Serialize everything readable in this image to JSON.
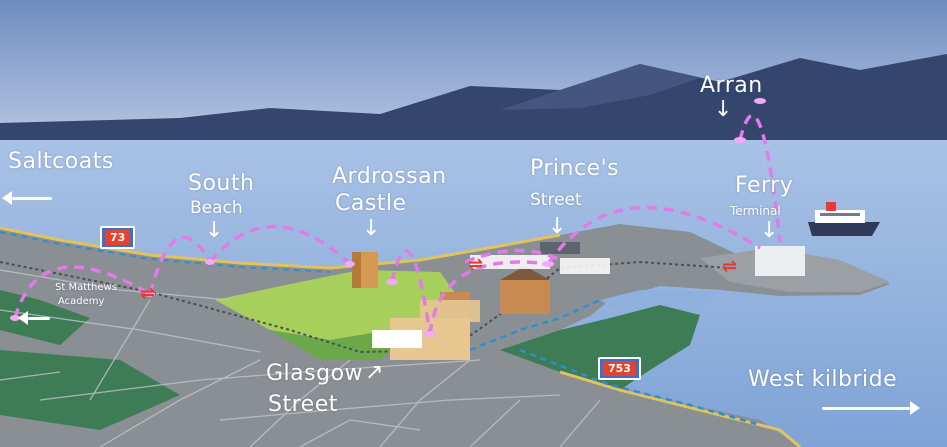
{
  "map": {
    "places": {
      "saltcoats": "Saltcoats",
      "south_beach_1": "South",
      "south_beach_2": "Beach",
      "ardrossan_castle_1": "Ardrossan",
      "ardrossan_castle_2": "Castle",
      "princes_street_1": "Prince's",
      "princes_street_2": "Street",
      "arran": "Arran",
      "ferry_terminal_1": "Ferry",
      "ferry_terminal_2": "Terminal",
      "st_matthews_1": "St Matthews",
      "st_matthews_2": "Academy",
      "glasgow_street_1": "Glasgow",
      "glasgow_street_2": "Street",
      "west_kilbride": "West kilbride"
    },
    "bus_routes": {
      "route_a": "73",
      "route_b": "753"
    },
    "colors": {
      "sky": "#9fb3d6",
      "sea": "#8fb0dc",
      "mountains": "#34466e",
      "land": "#8a8f93",
      "park": "#3d7c54",
      "path_dashes": "#e27ae8",
      "rail": "#e63a3a",
      "bus_route": "#2c8fd6"
    },
    "icons": [
      "rail-station-icon",
      "ferry-icon",
      "bus-stop-icon"
    ]
  }
}
